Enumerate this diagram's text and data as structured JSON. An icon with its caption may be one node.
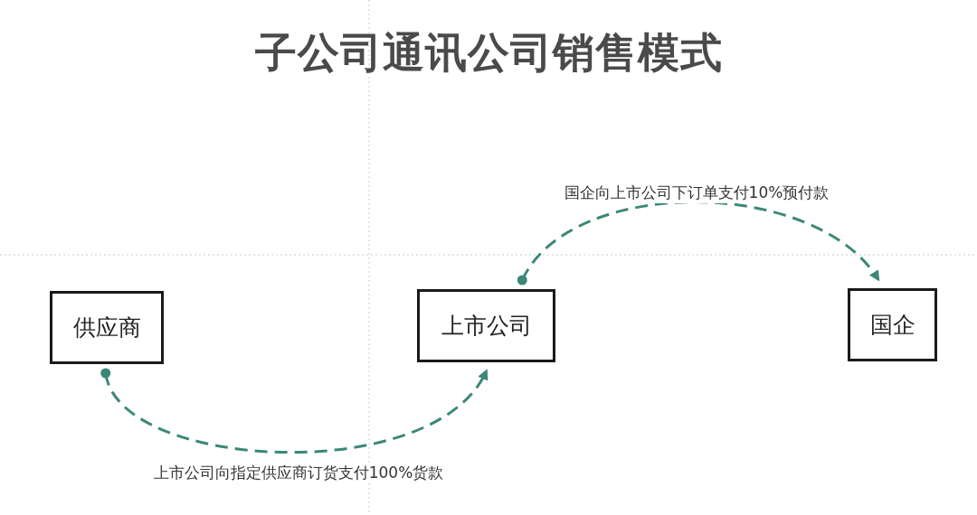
{
  "diagram": {
    "title": "子公司通讯公司销售模式",
    "nodes": [
      {
        "text": [
          "供应商"
        ]
      },
      {
        "text": [
          "上市公司"
        ]
      },
      {
        "text": [
          "国企"
        ]
      }
    ],
    "edges": [
      {
        "from": 0,
        "to": 1,
        "arrow": "to",
        "label": "上市公司向指定供应商订货支付100%货款",
        "style": "dashed"
      },
      {
        "from": 1,
        "to": 2,
        "arrow": "to",
        "label": "国企向上市公司下订单支付10%预付款",
        "style": "dashed"
      }
    ]
  }
}
